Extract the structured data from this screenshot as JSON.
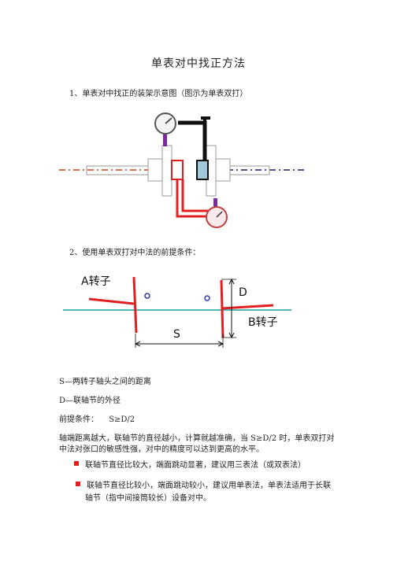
{
  "title": "单表对中找正方法",
  "section1": "1、单表对中找正的装架示意图（图示为单表双打）",
  "section2": "2、使用单表双打对中法的前提条件：",
  "diagram2": {
    "rotor_a": "A转子",
    "rotor_b": "B转子",
    "label_d": "D",
    "label_s": "S"
  },
  "def_s": "S—两转子轴头之间的距离",
  "def_d": "D—联轴节的外径",
  "premise_label": "前提条件：",
  "premise_value": "S≥D/2",
  "para_line1": "轴端距离越大，联轴节的直径越小，计算就越准确，当  S≥D/2  时，单表双打对",
  "para_line2": "中法对张口的敏感性强，对中的精度可以达到更高的水平。",
  "bullet1": "联轴节直径比较大，端面跳动显著，建议用三表法（或双表法）",
  "bullet2_line1": "联轴节直径比较小，端面跳动较小，建议用单表法，单表法适用于长联",
  "bullet2_line2": "轴节（指中间接筒较长）设备对中。",
  "colors": {
    "red": "#e02020",
    "navy": "#1c1c6e",
    "teal": "#1aa0a0",
    "purple": "#7a2aa0",
    "black": "#111111"
  }
}
